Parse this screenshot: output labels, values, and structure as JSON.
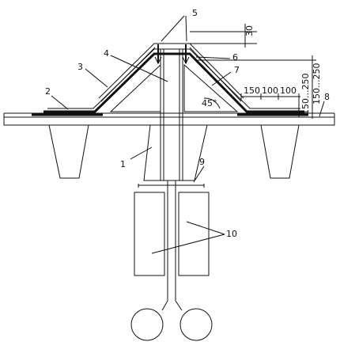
{
  "callouts": [
    "1",
    "2",
    "3",
    "4",
    "5",
    "6",
    "7",
    "8",
    "9",
    "10"
  ],
  "dimensions": {
    "top_offset": "30",
    "height_range": "150...250",
    "side_offset": "150...250",
    "spacing_1": "150",
    "spacing_2": "100",
    "spacing_3": "100",
    "angle": "45°"
  }
}
